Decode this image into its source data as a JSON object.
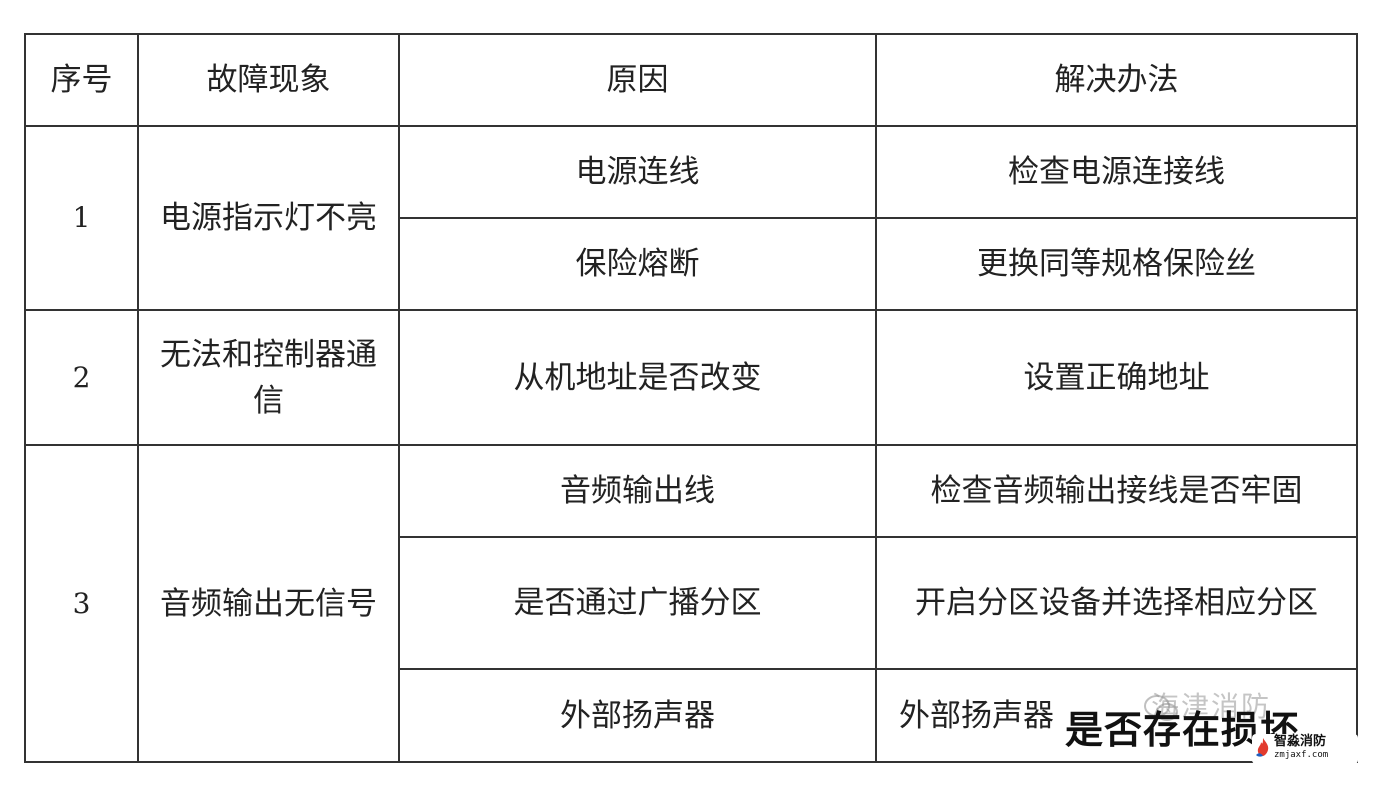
{
  "table": {
    "headers": [
      "序号",
      "故障现象",
      "原因",
      "解决办法"
    ],
    "groups": [
      {
        "number": "1",
        "symptom": "电源指示灯不亮",
        "rows": [
          {
            "cause": "电源连线",
            "solution": "检查电源连接线"
          },
          {
            "cause": "保险熔断",
            "solution": "更换同等规格保险丝"
          }
        ]
      },
      {
        "number": "2",
        "symptom": "无法和控制器通信",
        "rows": [
          {
            "cause": "从机地址是否改变",
            "solution": "设置正确地址"
          }
        ]
      },
      {
        "number": "3",
        "symptom": "音频输出无信号",
        "rows": [
          {
            "cause": "音频输出线",
            "solution": "检查音频输出接线是否牢固"
          },
          {
            "cause": "是否通过广播分区",
            "solution": "开启分区设备并选择相应分区"
          },
          {
            "cause": "外部扬声器",
            "solution": "外部扬声器"
          }
        ]
      }
    ]
  },
  "watermark": {
    "faint_text": "海津消防",
    "overlay_text": "是否存在损坏",
    "icon": "wechat-icon"
  },
  "logo": {
    "name": "智淼消防",
    "url": "zmjaxf.com",
    "icon": "flame-logo-icon",
    "colors": {
      "red": "#e23b2e",
      "blue": "#1f5fbf"
    }
  }
}
